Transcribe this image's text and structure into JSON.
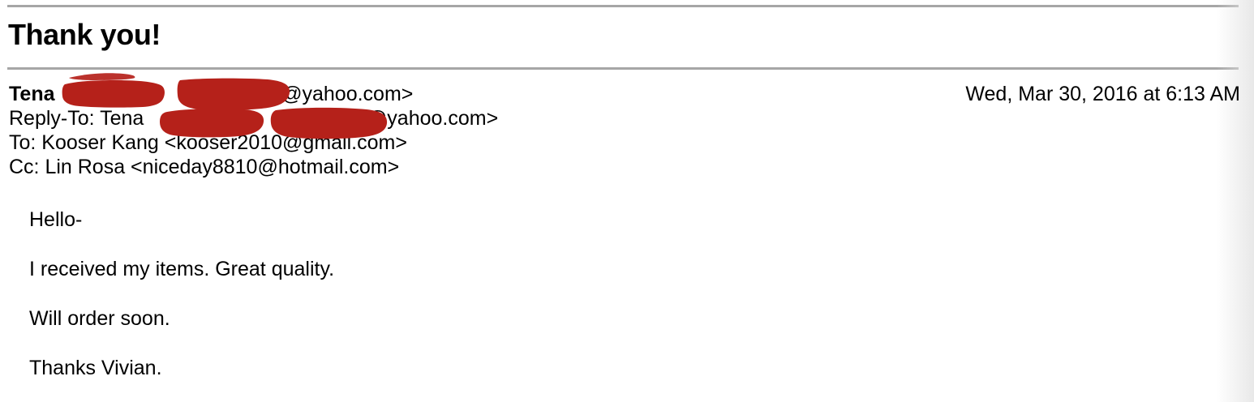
{
  "document": {
    "type": "email-message",
    "subject": "Thank you!",
    "background_color": "#ffffff",
    "text_color": "#000000",
    "rule_color": "#a6a6a6",
    "redaction_color": "#b5211a"
  },
  "header": {
    "sender_name": "Tena",
    "sender_line_suffix": "<",
    "sender_domain": "@yahoo.com>",
    "reply_to_label": "Reply-To: ",
    "reply_to_name": "Tena",
    "reply_to_bracket": "<",
    "reply_to_domain": "@yahoo.com>",
    "to_line": "To: Kooser Kang <kooser2010@gmail.com>",
    "cc_line": "Cc: Lin Rosa <niceday8810@hotmail.com>",
    "date": "Wed, Mar 30, 2016 at 6:13 AM"
  },
  "body": {
    "paragraphs": [
      "Hello-",
      "I received my items. Great quality.",
      "Will order soon.",
      "Thanks Vivian."
    ]
  },
  "redactions": {
    "count": 4,
    "description": "red marker strokes covering personal name and email address"
  }
}
